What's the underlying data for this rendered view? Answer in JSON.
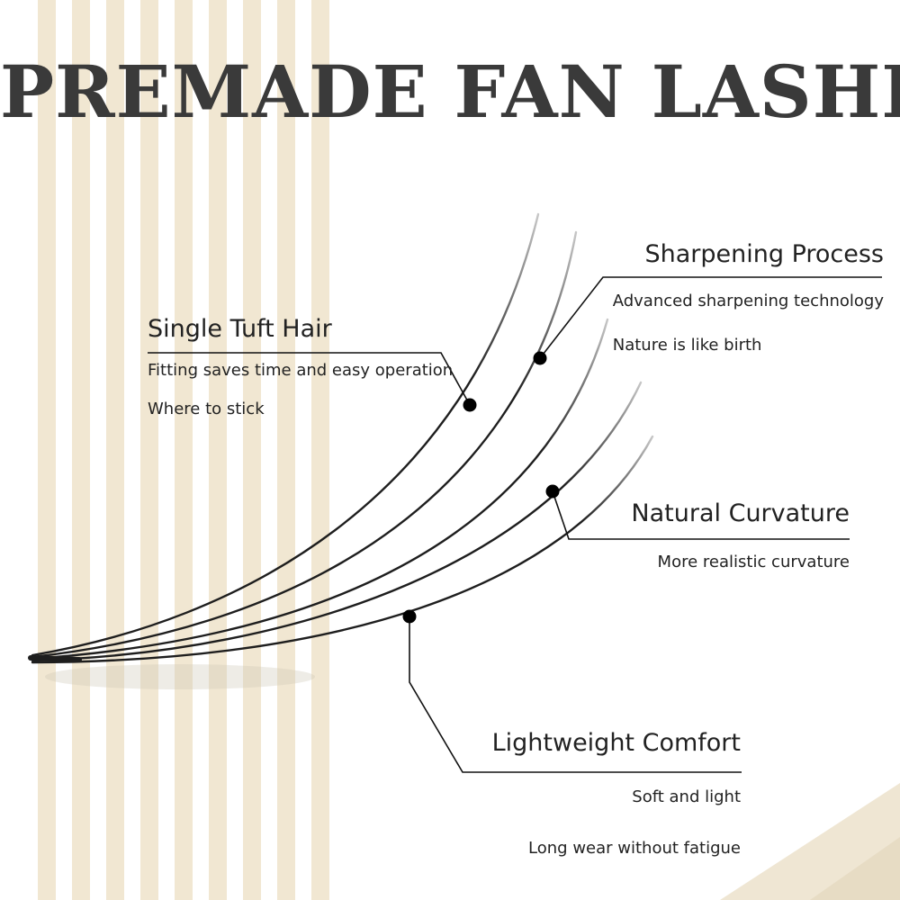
{
  "title": "PREMADE FAN LASHES",
  "colors": {
    "stripe": "#f1e7d2",
    "corner": "#efe6d3",
    "lash": "#1e1e1e",
    "text": "#222222",
    "title": "#3a3a3a"
  },
  "callouts": {
    "single_tuft": {
      "heading": "Single Tuft Hair",
      "lines": [
        "Fitting saves time and easy operation",
        "Where to stick"
      ]
    },
    "sharpening": {
      "heading": "Sharpening Process",
      "lines": [
        "Advanced sharpening technology",
        "Nature is like birth"
      ]
    },
    "curvature": {
      "heading": "Natural Curvature",
      "lines": [
        "More realistic curvature"
      ]
    },
    "lightweight": {
      "heading": "Lightweight Comfort",
      "lines": [
        "Soft and light",
        "Long wear without fatigue"
      ]
    }
  }
}
